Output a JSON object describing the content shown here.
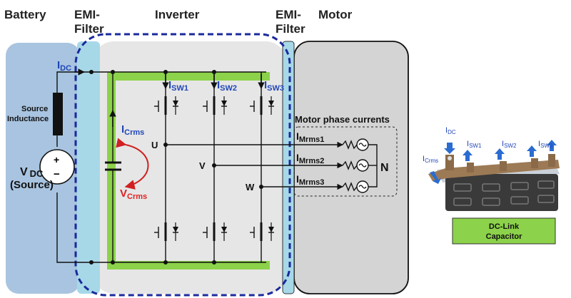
{
  "headers": {
    "battery": "Battery",
    "emi_left_1": "EMI-",
    "emi_left_2": "Filter",
    "inverter": "Inverter",
    "emi_right_1": "EMI-",
    "emi_right_2": "Filter",
    "motor": "Motor"
  },
  "battery": {
    "source_inductance_1": "Source",
    "source_inductance_2": "Inductance",
    "vdc_main": "V",
    "vdc_sub": "DC",
    "source_label": "(Source)",
    "plus": "+",
    "minus": "−"
  },
  "currents": {
    "idc_main": "I",
    "idc_sub": "DC",
    "isw1_main": "I",
    "isw1_sub": "SW1",
    "isw2_main": "I",
    "isw2_sub": "SW2",
    "isw3_main": "I",
    "isw3_sub": "SW3",
    "icrms_main": "I",
    "icrms_sub": "Crms",
    "vcrms_main": "V",
    "vcrms_sub": "Crms"
  },
  "phases": {
    "u": "U",
    "v": "V",
    "w": "W",
    "n": "N",
    "title": "Motor phase currents",
    "m1_main": "I",
    "m1_sub": "Mrms1",
    "m2_main": "I",
    "m2_sub": "Mrms2",
    "m3_main": "I",
    "m3_sub": "Mrms3"
  },
  "capacitor_photo": {
    "idc_main": "I",
    "idc_sub": "DC",
    "isw1_main": "I",
    "isw1_sub": "SW1",
    "isw2_main": "I",
    "isw2_sub": "SW2",
    "isw3_main": "I",
    "isw3_sub": "SW3",
    "icrms_main": "I",
    "icrms_sub": "Crms",
    "label_1": "DC-Link",
    "label_2": "Capacitor"
  },
  "colors": {
    "battery_bg": "#a8c4e0",
    "emi_filter": "#a7d8e8",
    "inverter_bg": "#e6e6e6",
    "motor_bg": "#d4d4d4",
    "green_bus": "#8cd24a",
    "dashed_outline": "#1a2a9c",
    "current_label": "#2046b8",
    "voltage_label": "#e02020"
  }
}
